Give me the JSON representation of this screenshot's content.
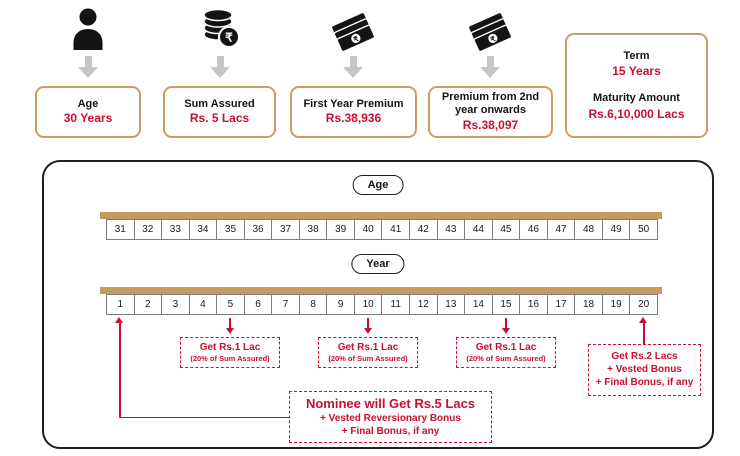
{
  "colors": {
    "accent_red": "#C8102E",
    "gold": "#C49A5E",
    "black": "#141414",
    "gray_arrow": "#C6C6C6"
  },
  "top": {
    "items": [
      {
        "icon": "person-icon",
        "title": "Age",
        "value": "30 Years"
      },
      {
        "icon": "rupee-coins-icon",
        "title": "Sum Assured",
        "value": "Rs. 5 Lacs"
      },
      {
        "icon": "banknotes-icon",
        "title": "First Year Premium",
        "value": "Rs.38,936"
      },
      {
        "icon": "banknotes-icon",
        "title": "Premium from 2nd year onwards",
        "value": "Rs.38,097"
      }
    ],
    "summary": {
      "term_label": "Term",
      "term_value": "15 Years",
      "maturity_label": "Maturity Amount",
      "maturity_value": "Rs.6,10,000 Lacs"
    }
  },
  "timeline": {
    "age_label": "Age",
    "year_label": "Year",
    "ages": [
      "31",
      "32",
      "33",
      "34",
      "35",
      "36",
      "37",
      "38",
      "39",
      "40",
      "41",
      "42",
      "43",
      "44",
      "45",
      "46",
      "47",
      "48",
      "49",
      "50"
    ],
    "years": [
      "1",
      "2",
      "3",
      "4",
      "5",
      "6",
      "7",
      "8",
      "9",
      "10",
      "11",
      "12",
      "13",
      "14",
      "15",
      "16",
      "17",
      "18",
      "19",
      "20"
    ],
    "payouts": [
      {
        "at_year": "5",
        "title": "Get Rs.1 Lac",
        "subtitle": "(20% of Sum Assured)"
      },
      {
        "at_year": "10",
        "title": "Get Rs.1 Lac",
        "subtitle": "(20% of Sum Assured)"
      },
      {
        "at_year": "15",
        "title": "Get Rs.1 Lac",
        "subtitle": "(20% of Sum Assured)"
      }
    ],
    "maturity_box": {
      "at_year": "20",
      "line1": "Get Rs.2 Lacs",
      "line2": "+ Vested Bonus",
      "line3": "+ Final Bonus, if any"
    },
    "nominee_box": {
      "from_year": "1",
      "line1": "Nominee will Get Rs.5 Lacs",
      "line2": "+ Vested Reversionary Bonus",
      "line3": "+ Final Bonus, if any"
    }
  }
}
